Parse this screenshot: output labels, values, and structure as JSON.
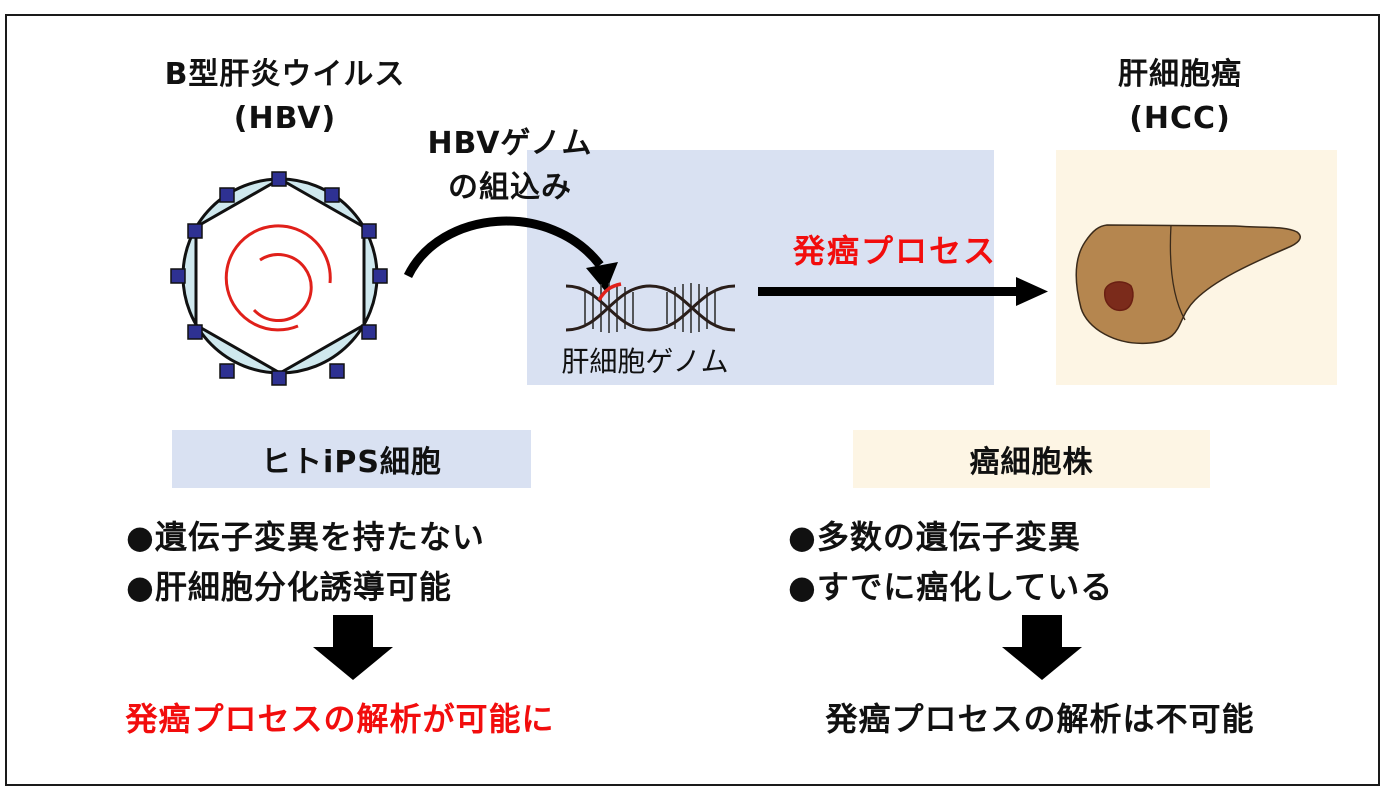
{
  "left": {
    "title_line1": "B型肝炎ウイルス",
    "title_line2": "(HBV)",
    "label": "ヒトiPS細胞",
    "bullets": [
      "●遺伝子変異を持たない",
      "●肝細胞分化誘導可能"
    ],
    "conclusion": "発癌プロセスの解析が可能に"
  },
  "middle": {
    "integration_line1": "HBVゲノム",
    "integration_line2": "の組込み",
    "dna_label": "肝細胞ゲノム",
    "process_label": "発癌プロセス"
  },
  "right": {
    "title_line1": "肝細胞癌",
    "title_line2": "(HCC)",
    "label": "癌細胞株",
    "bullets": [
      "●多数の遺伝子変異",
      "●すでに癌化している"
    ],
    "conclusion": "発癌プロセスの解析は不可能"
  },
  "colors": {
    "accent_red": "#f20d0d",
    "ips_box": "#d9e1f2",
    "cancer_box": "#fdf5e4",
    "virus_capsid": "#cfe8ee",
    "virus_spike": "#2e3192",
    "liver": "#b5864f",
    "tumor": "#7b2b1b"
  }
}
